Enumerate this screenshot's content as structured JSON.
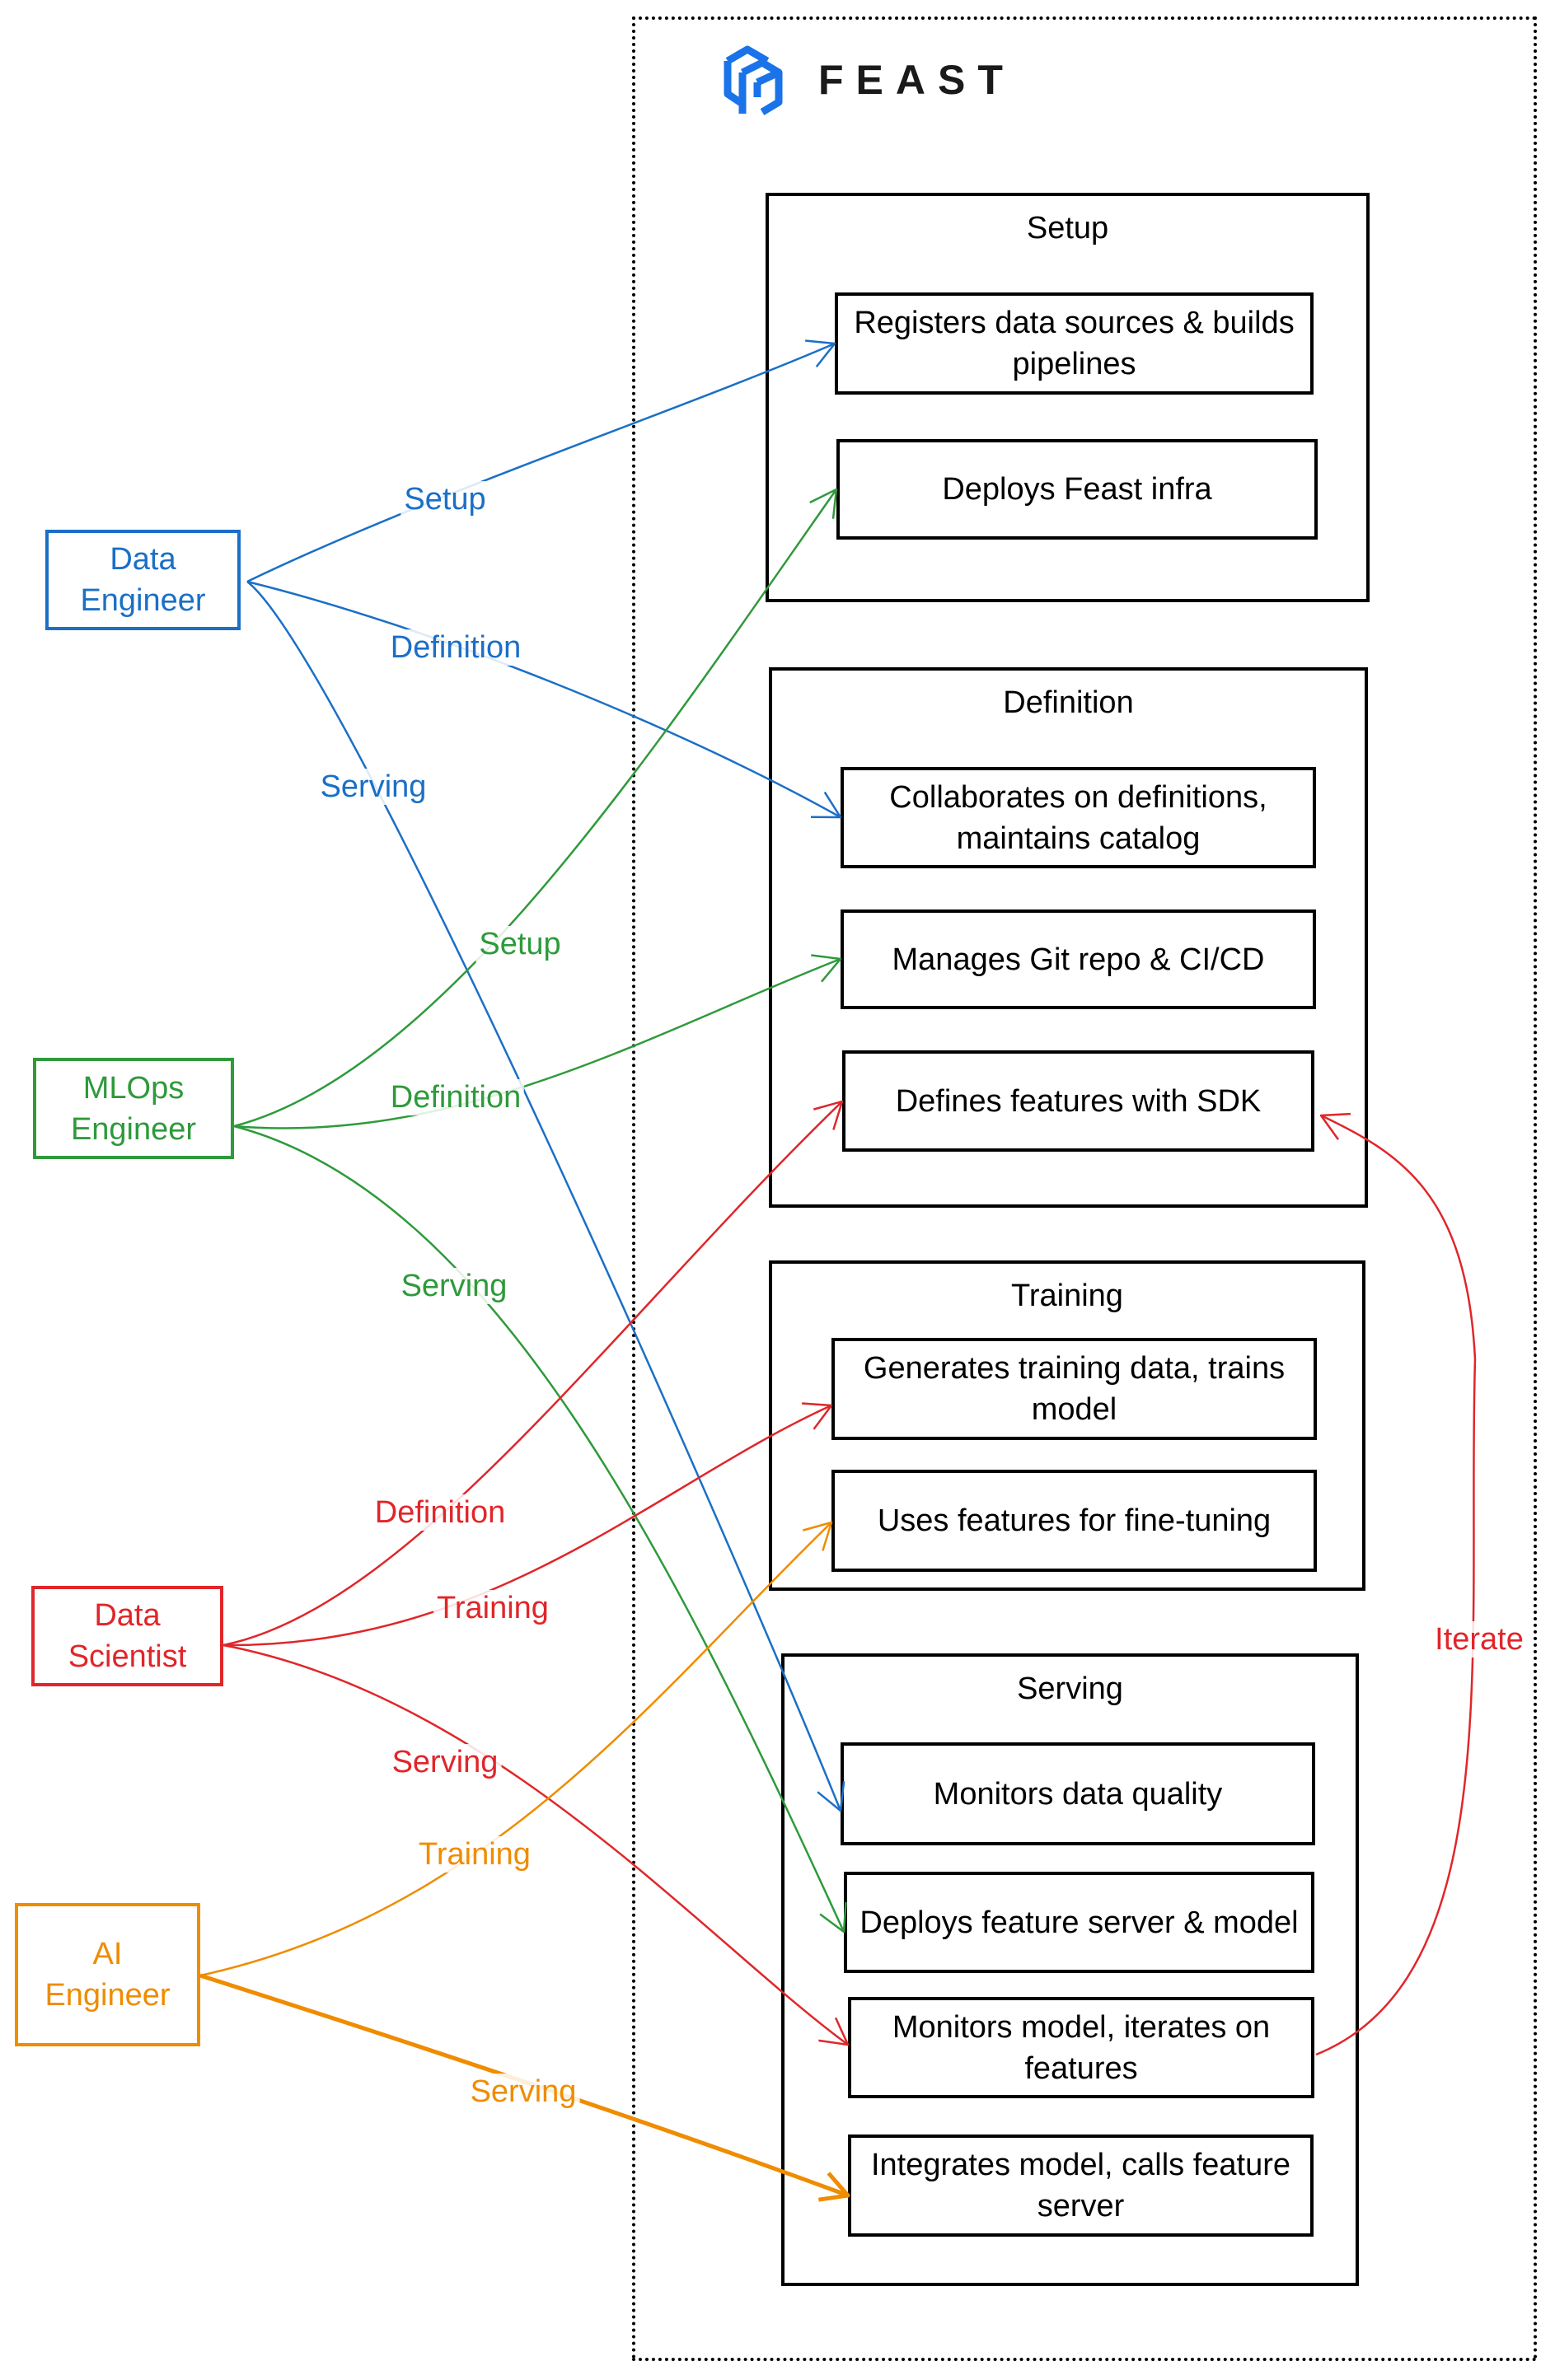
{
  "logo": {
    "text": "FEAST",
    "icon": "feast-logo-icon",
    "color": "#1a73e8"
  },
  "colors": {
    "data_engineer": "#1b6fc7",
    "mlops_engineer": "#2e9a3b",
    "data_scientist": "#e0262a",
    "ai_engineer": "#ef8c00"
  },
  "roles": [
    {
      "id": "data_engineer",
      "label": "Data Engineer",
      "color": "#1b6fc7"
    },
    {
      "id": "mlops_engineer",
      "label": "MLOps Engineer",
      "color": "#2e9a3b"
    },
    {
      "id": "data_scientist",
      "label": "Data Scientist",
      "color": "#e0262a"
    },
    {
      "id": "ai_engineer",
      "label": "AI Engineer",
      "color": "#ef8c00"
    }
  ],
  "stages": [
    {
      "id": "setup",
      "title": "Setup",
      "tasks": [
        {
          "id": "registers",
          "label": "Registers data sources & builds pipelines"
        },
        {
          "id": "deploys_infra",
          "label": "Deploys Feast infra"
        }
      ]
    },
    {
      "id": "definition",
      "title": "Definition",
      "tasks": [
        {
          "id": "collaborates",
          "label": "Collaborates on definitions, maintains catalog"
        },
        {
          "id": "manages_git",
          "label": "Manages Git repo & CI/CD"
        },
        {
          "id": "defines_features",
          "label": "Defines features with SDK"
        }
      ]
    },
    {
      "id": "training",
      "title": "Training",
      "tasks": [
        {
          "id": "generates_training",
          "label": "Generates training data, trains model"
        },
        {
          "id": "fine_tuning",
          "label": "Uses features for fine-tuning"
        }
      ]
    },
    {
      "id": "serving",
      "title": "Serving",
      "tasks": [
        {
          "id": "monitors_quality",
          "label": "Monitors data quality"
        },
        {
          "id": "deploys_server",
          "label": "Deploys feature server & model"
        },
        {
          "id": "monitors_model",
          "label": "Monitors model, iterates on features"
        },
        {
          "id": "integrates_model",
          "label": "Integrates model, calls feature server"
        }
      ]
    }
  ],
  "edges": [
    {
      "from": "data_engineer",
      "to": "registers",
      "label": "Setup"
    },
    {
      "from": "data_engineer",
      "to": "collaborates",
      "label": "Definition"
    },
    {
      "from": "data_engineer",
      "to": "monitors_quality",
      "label": "Serving"
    },
    {
      "from": "mlops_engineer",
      "to": "deploys_infra",
      "label": "Setup"
    },
    {
      "from": "mlops_engineer",
      "to": "manages_git",
      "label": "Definition"
    },
    {
      "from": "mlops_engineer",
      "to": "deploys_server",
      "label": "Serving"
    },
    {
      "from": "data_scientist",
      "to": "defines_features",
      "label": "Definition"
    },
    {
      "from": "data_scientist",
      "to": "generates_training",
      "label": "Training"
    },
    {
      "from": "data_scientist",
      "to": "monitors_model",
      "label": "Serving"
    },
    {
      "from": "ai_engineer",
      "to": "fine_tuning",
      "label": "Training"
    },
    {
      "from": "ai_engineer",
      "to": "integrates_model",
      "label": "Serving"
    },
    {
      "from": "monitors_model",
      "to": "defines_features",
      "label": "Iterate"
    }
  ]
}
